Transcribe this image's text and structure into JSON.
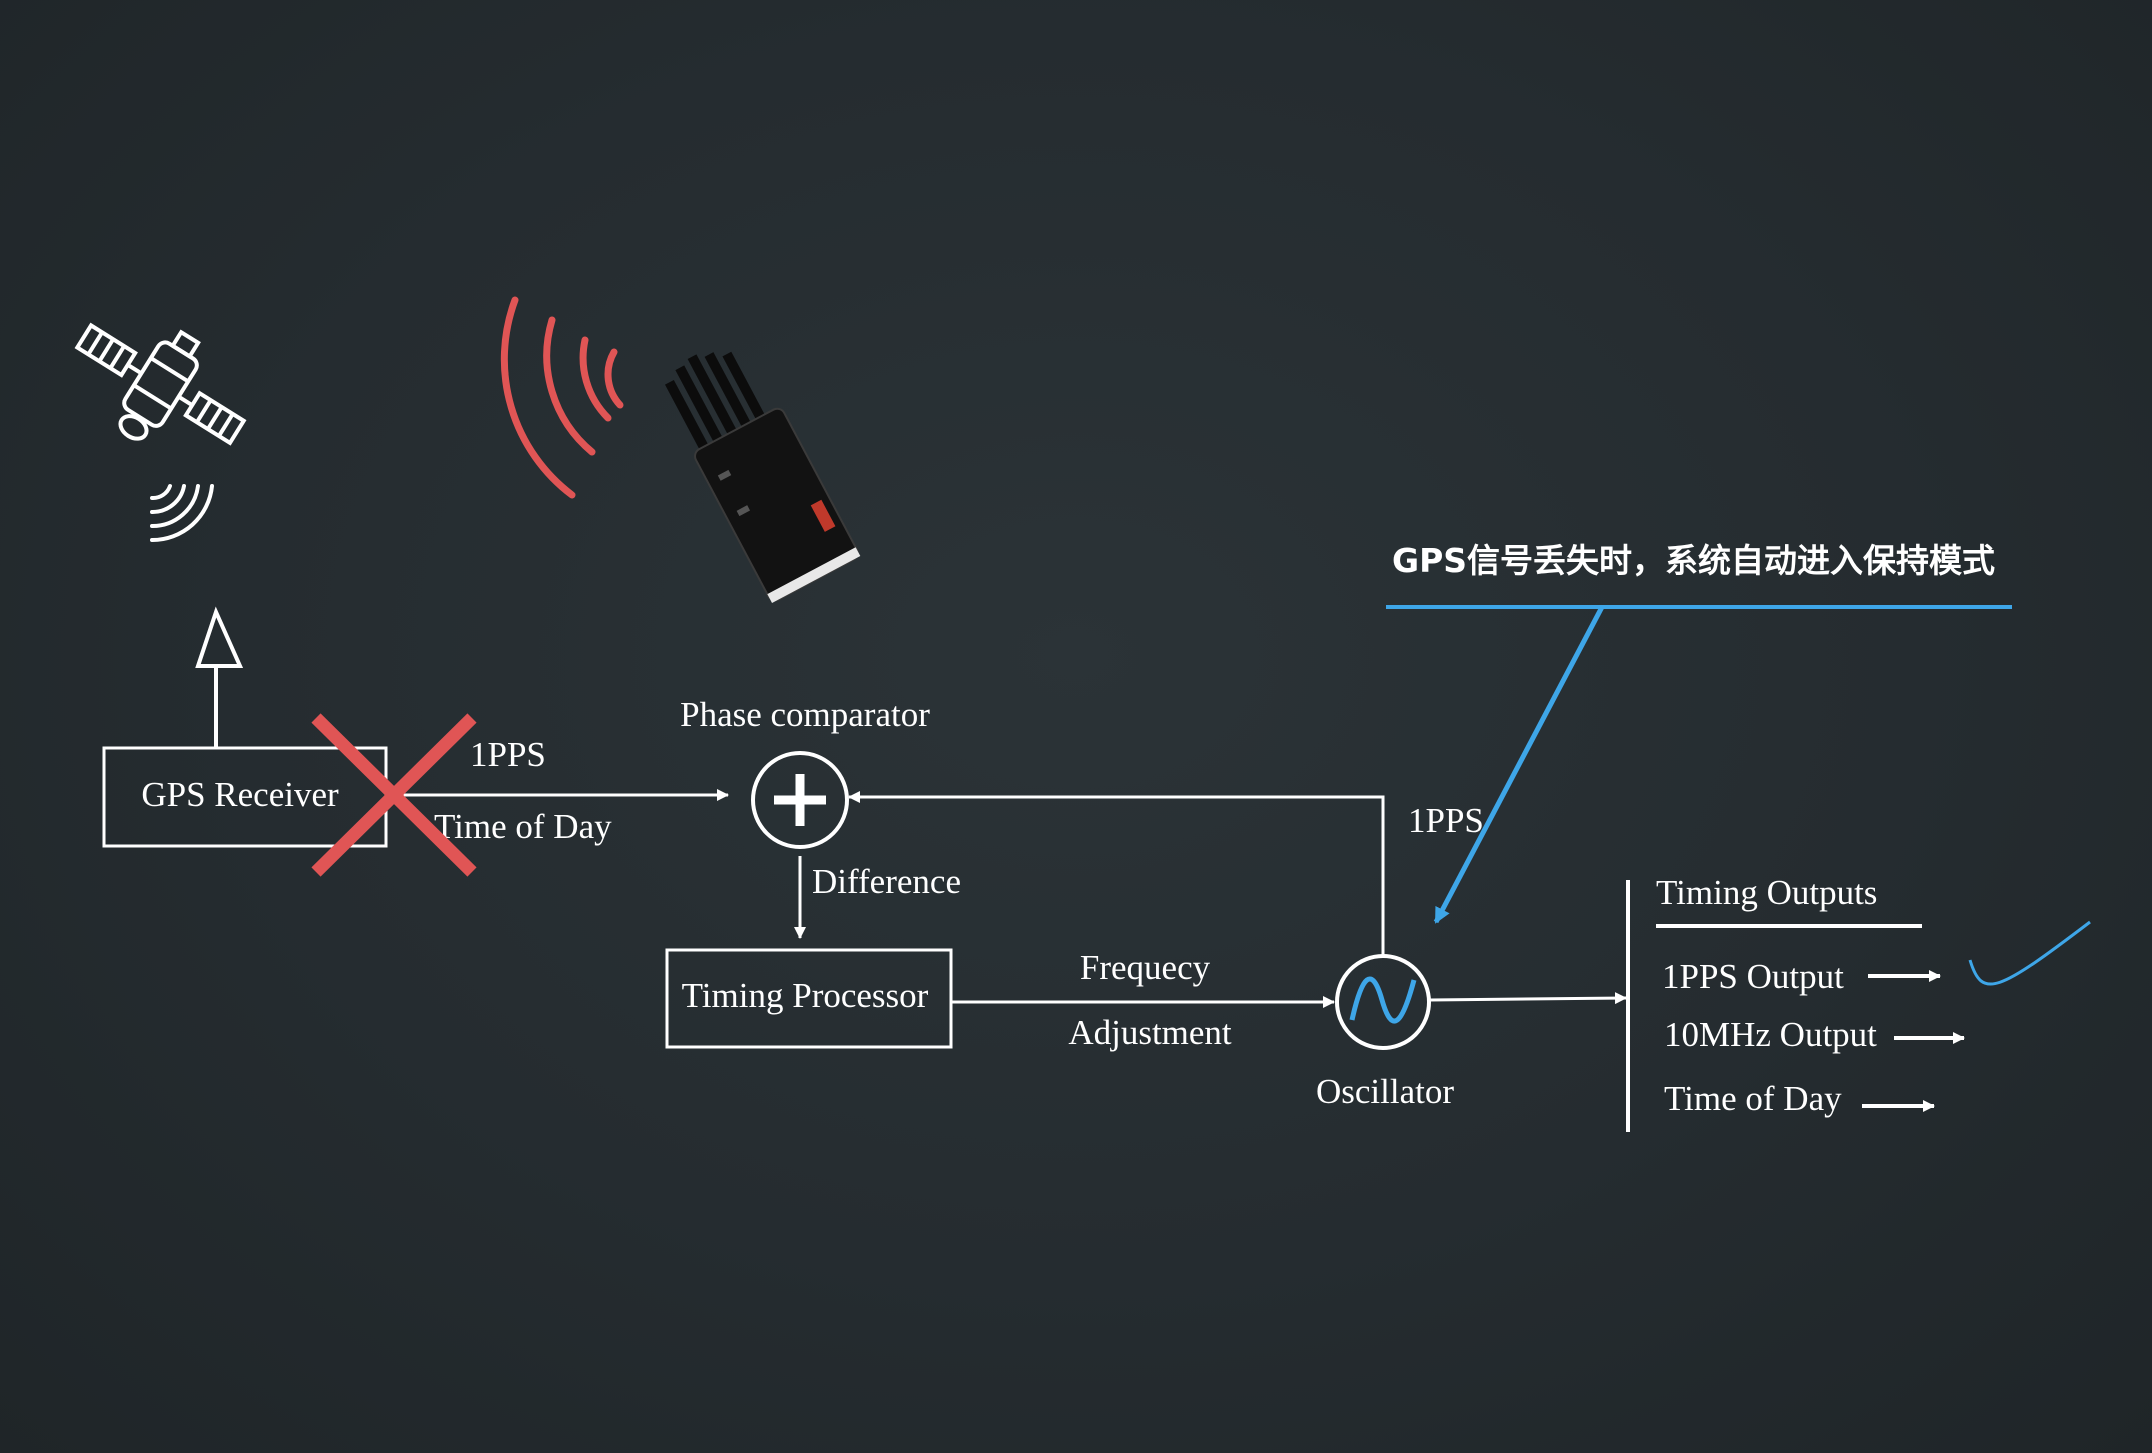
{
  "colors": {
    "background": "#252c30",
    "line": "#ffffff",
    "cross": "#e05555",
    "signal": "#e05555",
    "annotation": "#3ea6e8"
  },
  "icons": [
    "satellite-icon",
    "signal-waves-icon",
    "jammer-device-icon",
    "antenna-icon",
    "adder-icon",
    "sine-wave-icon"
  ],
  "gps_receiver": {
    "label": "GPS Receiver"
  },
  "gps_link": {
    "top": "1PPS",
    "bottom": "Time of Day"
  },
  "phase_comparator": {
    "label": "Phase comparator"
  },
  "difference": {
    "label": "Difference"
  },
  "timing_processor": {
    "label": "Timing Processor"
  },
  "freq_adjust": {
    "top": "Frequecy",
    "bottom": "Adjustment"
  },
  "oscillator": {
    "label": "Oscillator"
  },
  "feedback": {
    "label": "1PPS"
  },
  "annotation": {
    "text": "GPS信号丢失时，系统自动进入保持模式"
  },
  "timing_outputs": {
    "title": "Timing Outputs",
    "items": [
      "1PPS Output",
      "10MHz Output",
      "Time of Day"
    ]
  }
}
